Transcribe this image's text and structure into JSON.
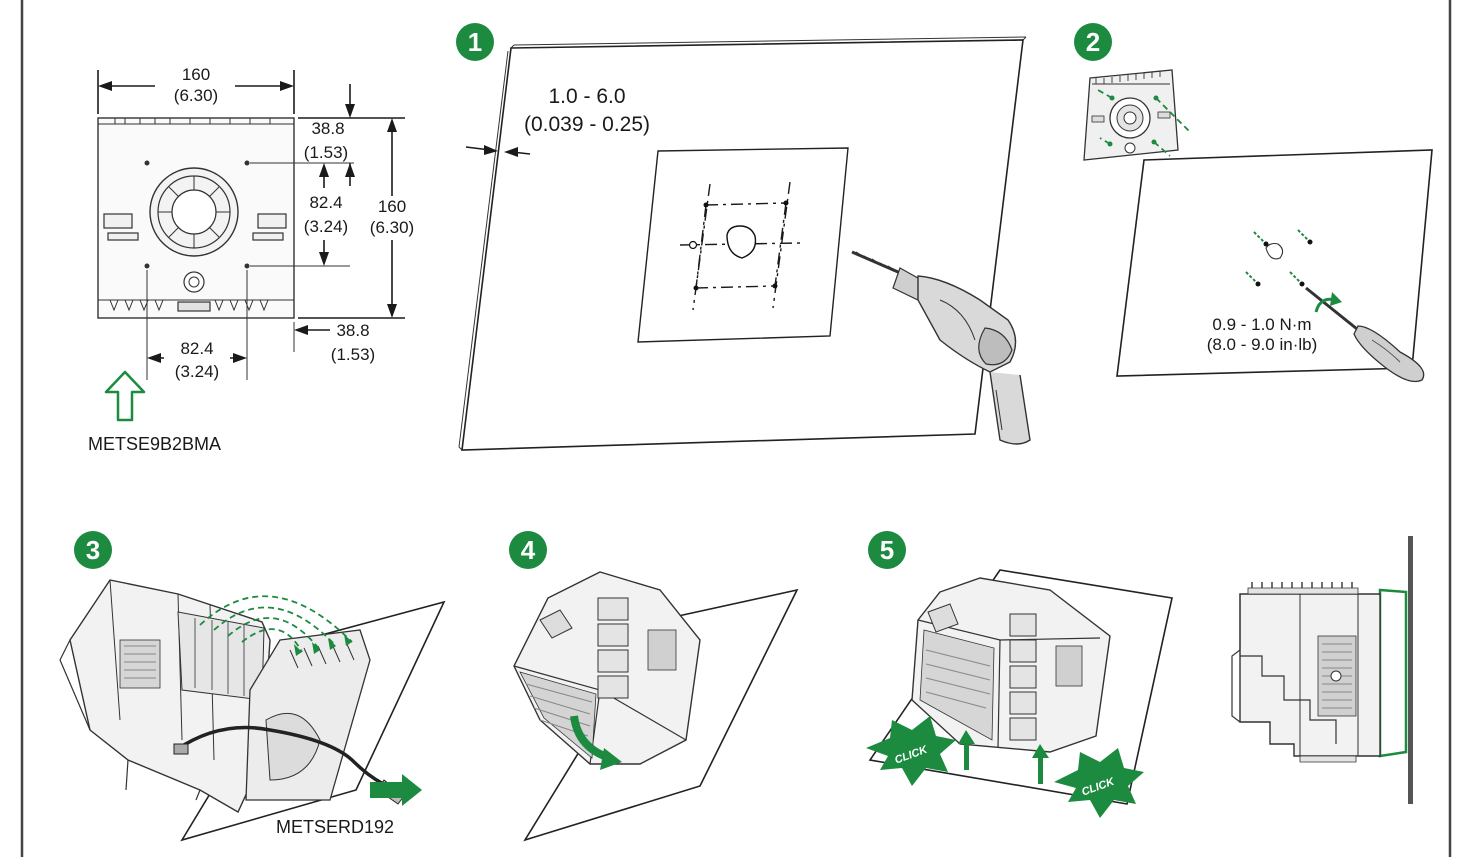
{
  "steps": [
    {
      "number": "1"
    },
    {
      "number": "2"
    },
    {
      "number": "3"
    },
    {
      "number": "4"
    },
    {
      "number": "5"
    }
  ],
  "dimensions": {
    "width_top_mm": "160",
    "width_top_in": "(6.30)",
    "height_right_mm": "160",
    "height_right_in": "(6.30)",
    "top_offset_mm": "38.8",
    "top_offset_in": "(1.53)",
    "hole_v_mm": "82.4",
    "hole_v_in": "(3.24)",
    "hole_h_mm": "82.4",
    "hole_h_in": "(3.24)",
    "side_offset_mm": "38.8",
    "side_offset_in": "(1.53)"
  },
  "module_label": "METSE9B2BMA",
  "panel_thickness": {
    "mm": "1.0 - 6.0",
    "in": "(0.039 - 0.25)"
  },
  "torque": {
    "nm": "0.9 - 1.0 N·m",
    "inlb": "(8.0 - 9.0 in·lb)"
  },
  "cable_label": "METSERD192",
  "click_text": "CLICK",
  "colors": {
    "accent": "#1c8a3f",
    "border": "#444444"
  }
}
